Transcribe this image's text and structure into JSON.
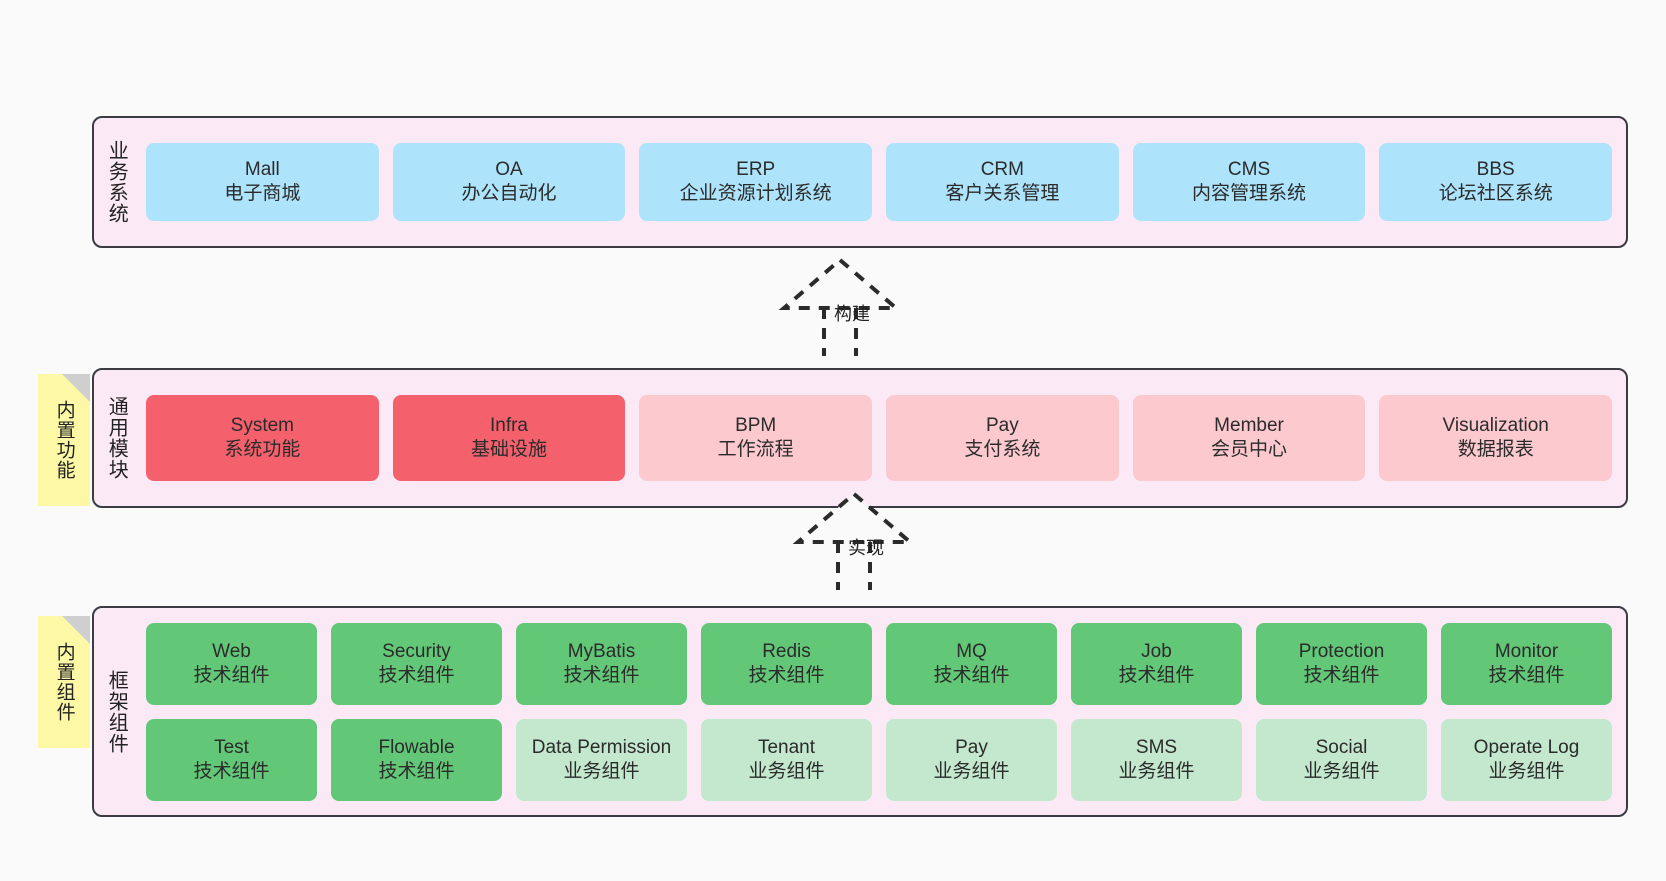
{
  "diagram": {
    "background_color": "#fafafa",
    "layer_fill": "#fbeaf5",
    "layer_border": "#3b3b44",
    "sticky_color": "#fcf8a5"
  },
  "layers": [
    {
      "id": "business",
      "title": "业务系统",
      "cards": [
        {
          "en": "Mall",
          "cn": "电子商城",
          "color": "#ade3fb"
        },
        {
          "en": "OA",
          "cn": "办公自动化",
          "color": "#ade3fb"
        },
        {
          "en": "ERP",
          "cn": "企业资源计划系统",
          "color": "#ade3fb"
        },
        {
          "en": "CRM",
          "cn": "客户关系管理",
          "color": "#ade3fb"
        },
        {
          "en": "CMS",
          "cn": "内容管理系统",
          "color": "#ade3fb"
        },
        {
          "en": "BBS",
          "cn": "论坛社区系统",
          "color": "#ade3fb"
        }
      ]
    },
    {
      "id": "modules",
      "title": "通用模块",
      "sticky": "内置功能",
      "cards": [
        {
          "en": "System",
          "cn": "系统功能",
          "color": "#f4606c"
        },
        {
          "en": "Infra",
          "cn": "基础设施",
          "color": "#f4606c"
        },
        {
          "en": "BPM",
          "cn": "工作流程",
          "color": "#fbc9ce"
        },
        {
          "en": "Pay",
          "cn": "支付系统",
          "color": "#fbc9ce"
        },
        {
          "en": "Member",
          "cn": "会员中心",
          "color": "#fbc9ce"
        },
        {
          "en": "Visualization",
          "cn": "数据报表",
          "color": "#fbc9ce"
        }
      ]
    },
    {
      "id": "framework",
      "title": "框架组件",
      "sticky": "内置组件",
      "row1": [
        {
          "en": "Web",
          "cn": "技术组件",
          "color": "#62c878"
        },
        {
          "en": "Security",
          "cn": "技术组件",
          "color": "#62c878"
        },
        {
          "en": "MyBatis",
          "cn": "技术组件",
          "color": "#62c878"
        },
        {
          "en": "Redis",
          "cn": "技术组件",
          "color": "#62c878"
        },
        {
          "en": "MQ",
          "cn": "技术组件",
          "color": "#62c878"
        },
        {
          "en": "Job",
          "cn": "技术组件",
          "color": "#62c878"
        },
        {
          "en": "Protection",
          "cn": "技术组件",
          "color": "#62c878"
        },
        {
          "en": "Monitor",
          "cn": "技术组件",
          "color": "#62c878"
        }
      ],
      "row2": [
        {
          "en": "Test",
          "cn": "技术组件",
          "color": "#62c878"
        },
        {
          "en": "Flowable",
          "cn": "技术组件",
          "color": "#62c878"
        },
        {
          "en": "Data Permission",
          "cn": "业务组件",
          "color": "#c3e8cd"
        },
        {
          "en": "Tenant",
          "cn": "业务组件",
          "color": "#c3e8cd"
        },
        {
          "en": "Pay",
          "cn": "业务组件",
          "color": "#c3e8cd"
        },
        {
          "en": "SMS",
          "cn": "业务组件",
          "color": "#c3e8cd"
        },
        {
          "en": "Social",
          "cn": "业务组件",
          "color": "#c3e8cd"
        },
        {
          "en": "Operate Log",
          "cn": "业务组件",
          "color": "#c3e8cd"
        }
      ]
    }
  ],
  "arrows": [
    {
      "id": "build",
      "label": "构建"
    },
    {
      "id": "implement",
      "label": "实现"
    }
  ]
}
